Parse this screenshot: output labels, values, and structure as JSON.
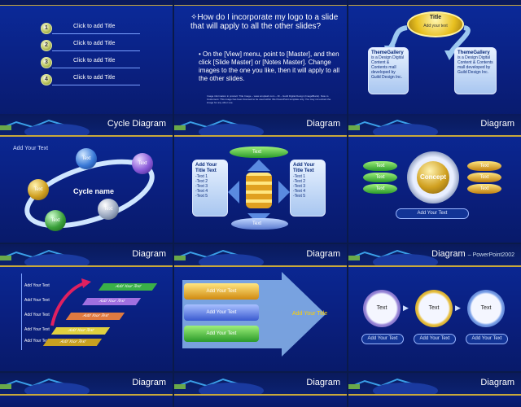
{
  "slide1": {
    "numbers": [
      "1",
      "2",
      "3",
      "4"
    ],
    "items": [
      "Click to add Title",
      "Click to add Title",
      "Click to add Title",
      "Click to add Title"
    ]
  },
  "slide2": {
    "heading": "How do I incorporate my logo to a slide that will apply to all the other slides?",
    "bullet": "On the [View] menu, point to [Master], and then click [Slide Master] or [Notes Master]. Change images to the one you like, then it will apply to all the other slides.",
    "fine_print": "Image information in product: Title Image – www.unsplash.com – ID – Guild Digital Design (ImageBlank). Note to Customers: This image has been licensed to be used within this PowerPoint template only. You may not extract the image for any other use."
  },
  "slide3": {
    "title": "Title",
    "subtitle": "Add your text",
    "left_title": "ThemeGallery",
    "left_body": "is a Design Digital Content & Contents mall developed by Guild Design Inc.",
    "right_title": "ThemeGallery",
    "right_body": "is a Design Digital Content & Contents mall developed by Guild Design Inc."
  },
  "slide4": {
    "header": "Cycle Diagram",
    "label": "Add Your Text",
    "center": "Cycle name",
    "balls": [
      "Text",
      "Text",
      "Text",
      "Text",
      "Text"
    ]
  },
  "slide5": {
    "header": "Diagram",
    "left_title": "Add Your Title Text",
    "left_items": [
      "-Text 1",
      "-Text 2",
      "-Text 3",
      "-Text 4",
      "-Text 5"
    ],
    "right_title": "Add Your Title Text",
    "right_items": [
      "-Text 1",
      "-Text 2",
      "-Text 3",
      "-Text 4",
      "-Text 5"
    ],
    "top": "Text",
    "bottom": "Text"
  },
  "slide6": {
    "header": "Diagram",
    "left": [
      "Text",
      "Text",
      "Text"
    ],
    "center": "Concept",
    "right": [
      "Text",
      "Text",
      "Text"
    ],
    "pill": "Add Your Text"
  },
  "slide7": {
    "header": "Diagram",
    "labels": [
      "Add Your Text",
      "Add Your Text",
      "Add Your Text",
      "Add Your Text",
      "Add Your Text"
    ],
    "steps": [
      "Add Your Text",
      "Add Your Text",
      "Add Your Text",
      "Add Your Text",
      "Add Your Text"
    ]
  },
  "slide8": {
    "header": "Diagram",
    "strips": [
      "Add Your Text",
      "Add Your Text",
      "Add Your Text"
    ],
    "arrow_title": "Add Your Title"
  },
  "slide9": {
    "header": "Diagram",
    "header_small": "– PowerPoint2002",
    "circles": [
      "Text",
      "Text",
      "Text"
    ],
    "pills": [
      "Add Your Text",
      "Add Your Text",
      "Add Your Text"
    ]
  },
  "row4": {
    "headers": [
      "Diagram",
      "Diagram",
      "Diagram"
    ]
  },
  "colors": {
    "background": "#0a1a4a",
    "slide": "#0b2a9a",
    "accent_gold": "#c9a93a"
  }
}
